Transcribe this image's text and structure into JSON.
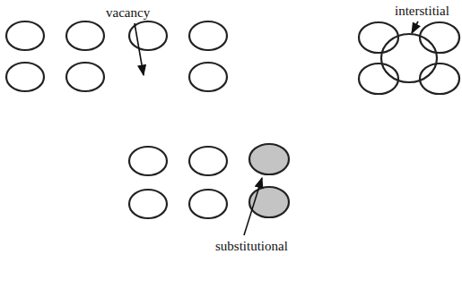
{
  "diagram": {
    "labels": [
      "vacancy",
      "interstitial",
      "substitutional"
    ]
  }
}
